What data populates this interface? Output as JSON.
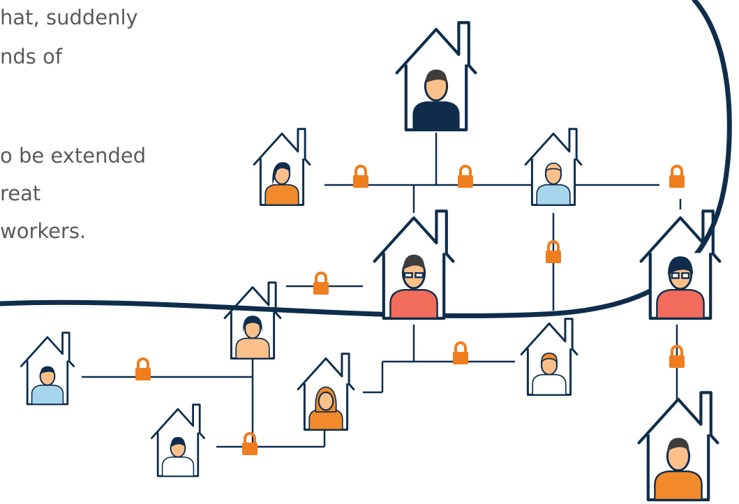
{
  "text_lines": [
    "hat, suddenly",
    "nds of",
    "o be extended",
    "reat",
    "workers."
  ],
  "colors": {
    "navy": "#0f2d4b",
    "lock": "#f07d1e",
    "skin": "#fbbf8a",
    "light_blue": "#a7d6ec",
    "orange": "#f08a2b",
    "coral": "#f26c5c",
    "hair": "#3d3d3d",
    "text": "#5a5a5a"
  },
  "houses": [
    {
      "id": "top",
      "person": "navy-shirt-icon"
    },
    {
      "id": "left-upper",
      "person": "orange-shirt-icon"
    },
    {
      "id": "mid-upper",
      "person": "light-blue-shirt-icon"
    },
    {
      "id": "center",
      "person": "coral-shirt-glasses-icon"
    },
    {
      "id": "right",
      "person": "coral-shirt-glasses-icon"
    },
    {
      "id": "mid-left",
      "person": "orange-shirt-icon"
    },
    {
      "id": "far-left",
      "person": "light-blue-shirt-icon"
    },
    {
      "id": "bottom-left",
      "person": "white-shirt-icon"
    },
    {
      "id": "lower-mid",
      "person": "orange-shirt-icon"
    },
    {
      "id": "lower-right",
      "person": "white-shirt-icon"
    },
    {
      "id": "bottom-right",
      "person": "orange-shirt-icon"
    }
  ],
  "lock_icon": "padlock-icon",
  "house_icon": "house-icon"
}
